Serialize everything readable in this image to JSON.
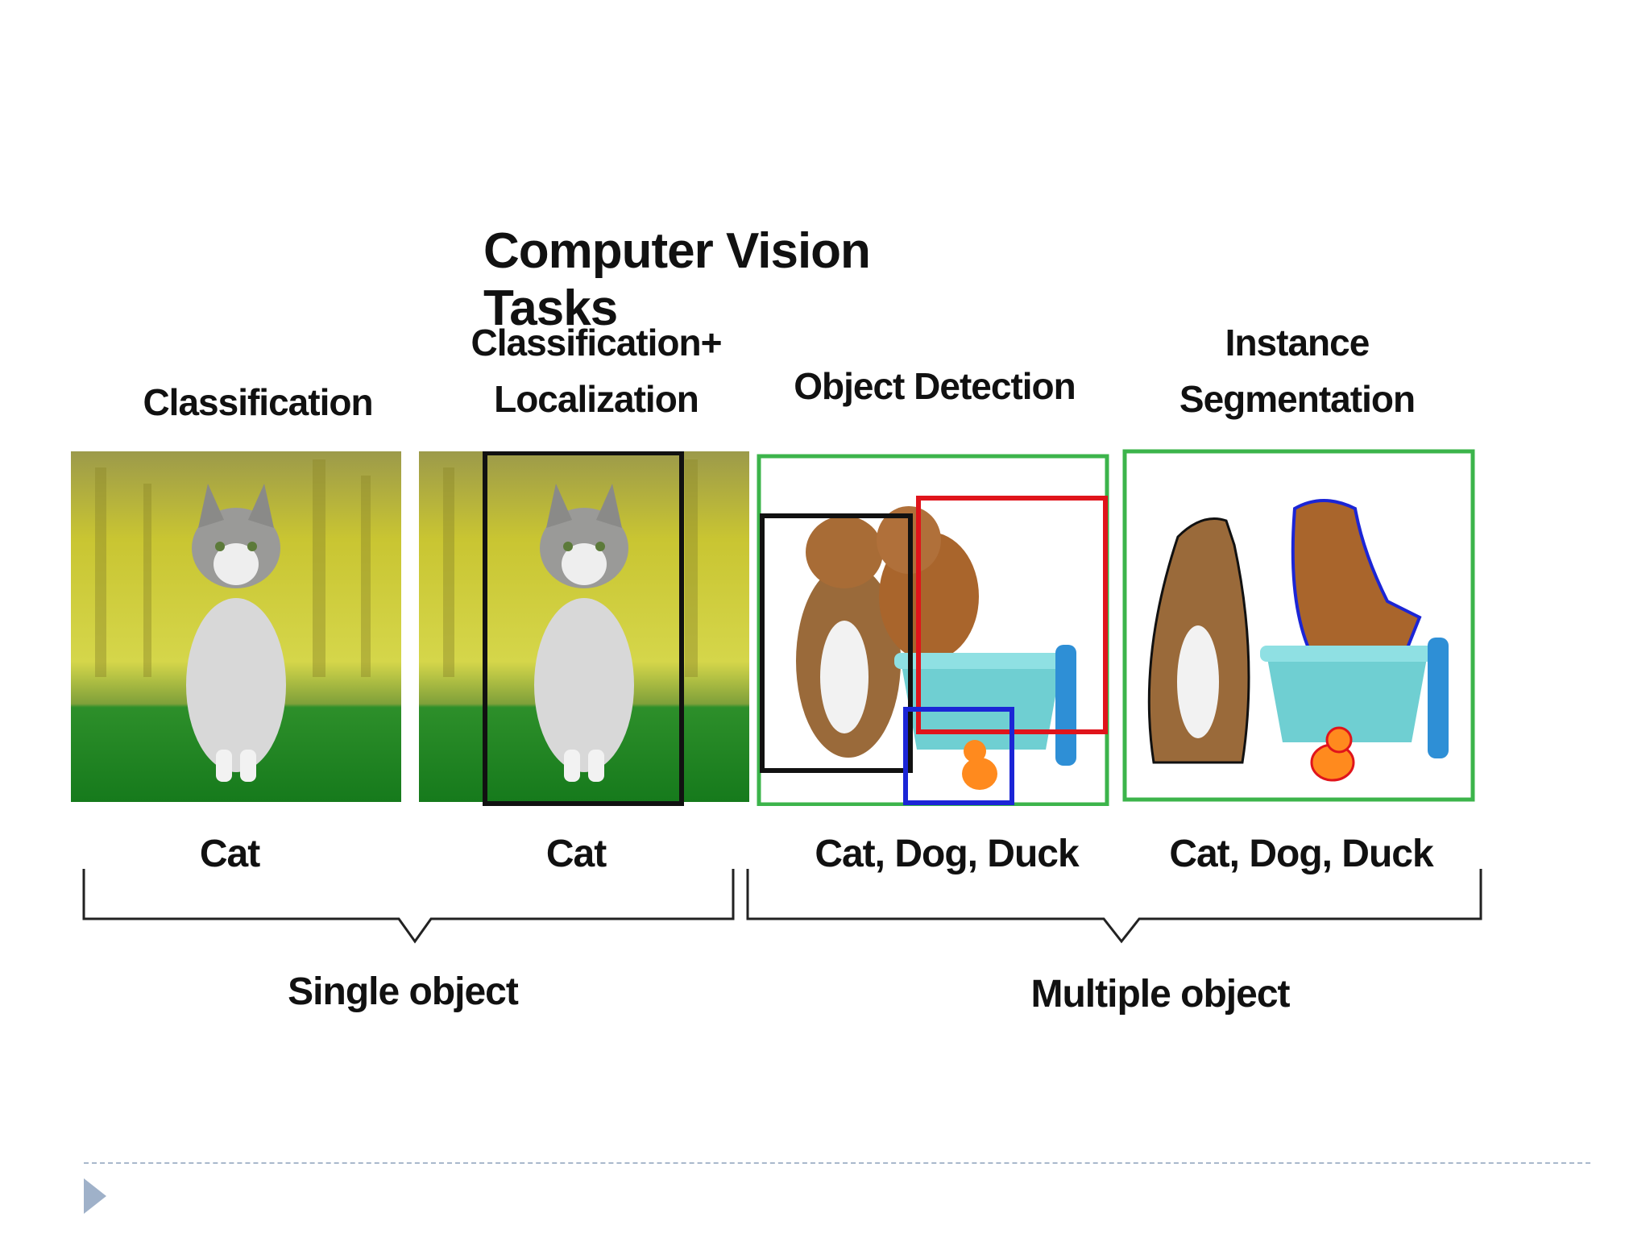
{
  "title": "Computer Vision Tasks",
  "panels": [
    {
      "title_lines": [
        "Classification"
      ],
      "result": "Cat"
    },
    {
      "title_lines": [
        "Classification+",
        "Localization"
      ],
      "result": "Cat"
    },
    {
      "title_lines": [
        "Object Detection"
      ],
      "result": "Cat, Dog, Duck"
    },
    {
      "title_lines": [
        "Instance",
        "Segmentation"
      ],
      "result": "Cat, Dog, Duck"
    }
  ],
  "groups": {
    "single": "Single object",
    "multiple": "Multiple object"
  },
  "colors": {
    "frame_green": "#3cb44b",
    "box_black": "#111111",
    "box_red": "#e0141b",
    "box_blue": "#1b25d6",
    "footer_accent": "#9fb1c9"
  }
}
